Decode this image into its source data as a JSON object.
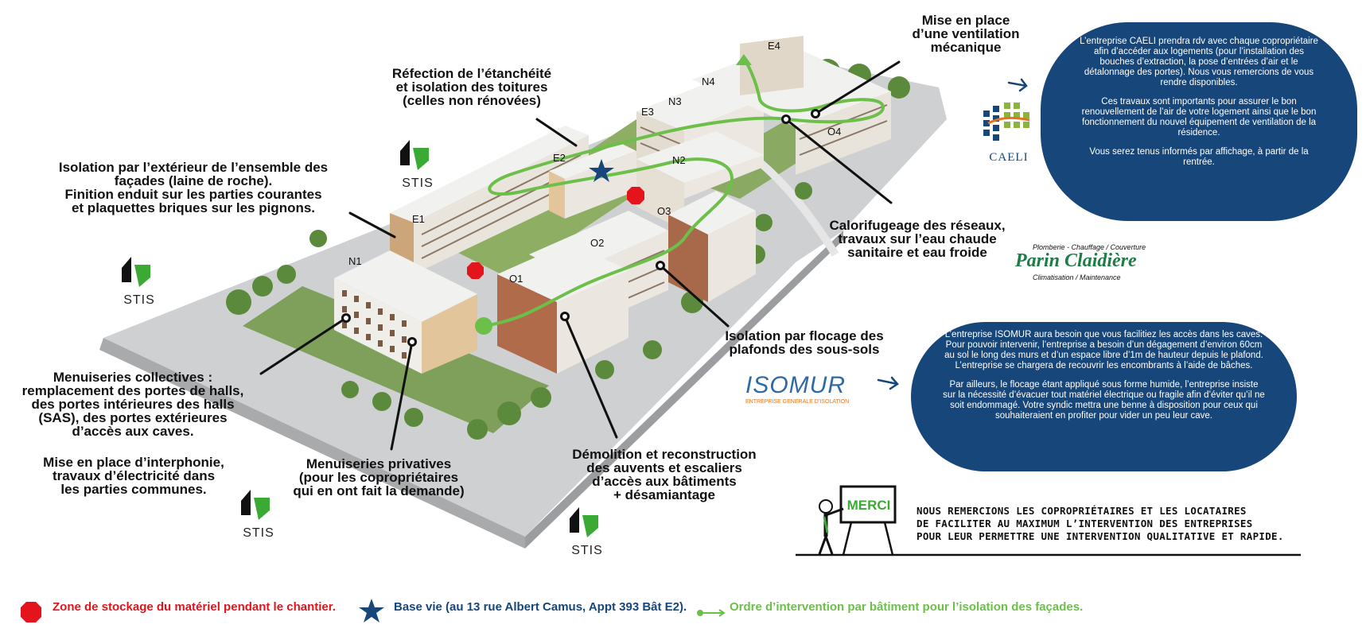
{
  "annotations": {
    "ventilation": "Mise en place\nd’une ventilation\nmécanique",
    "toiture": "Réfection de l’étanchéité\net isolation des toitures\n(celles non rénovées)",
    "facades": "Isolation par l’extérieur de l’ensemble des\nfaçades (laine de roche).\nFinition enduit sur les parties courantes\net plaquettes briques sur les pignons.",
    "calorifugeage": "Calorifugeage des réseaux,\ntravaux sur l’eau chaude\nsanitaire et eau froide",
    "flocage": "Isolation par flocage des\nplafonds des sous-sols",
    "menuiseries_collectives": "Menuiseries collectives :\nremplacement des portes de halls,\ndes portes intérieures des halls\n(SAS), des portes extérieures\nd’accès aux caves.",
    "interphonie": "Mise en place d’interphonie,\ntravaux d’électricité dans\nles parties communes.",
    "menuiseries_privatives": "Menuiseries privatives\n(pour les copropriétaires\nqui en ont fait la demande)",
    "demolition": "Démolition et reconstruction\ndes auvents et escaliers\nd’accès aux bâtiments\n+ désamiantage"
  },
  "buildings": [
    "N1",
    "E1",
    "E2",
    "E3",
    "E4",
    "N2",
    "N3",
    "N4",
    "O1",
    "O2",
    "O3",
    "O4"
  ],
  "bubbles": {
    "caeli": [
      "L’entreprise CAELI prendra rdv avec chaque copropriétaire afin d’accéder aux logements (pour l’installation des bouches d’extraction, la pose d’entrées d’air et le détalonnage des portes). Nous vous remercions de vous rendre disponibles.",
      "Ces travaux sont importants pour assurer le bon renouvellement de l’air de votre logement ainsi que le bon fonctionnement du nouvel équipement de ventilation de la résidence.",
      "Vous serez tenus informés par affichage, à partir de la rentrée."
    ],
    "isomur": [
      "L’entreprise ISOMUR aura besoin que vous facilitiez les accès dans les caves. Pour pouvoir intervenir, l’entreprise a besoin d’un dégagement d’environ 60cm au sol le long des murs et d’un espace libre d’1m de hauteur depuis le plafond. L’entreprise se chargera de recouvrir les encombrants à l’aide de bâches.",
      "Par ailleurs, le flocage étant appliqué sous forme humide, l’entreprise insiste sur la nécessité d’évacuer tout matériel électrique ou fragile afin d’éviter qu’il ne soit endommagé. Votre syndic mettra une benne à disposition pour ceux qui souhaiteraient en profiter pour vider un peu leur cave."
    ]
  },
  "logos": {
    "stis": "STIS",
    "caeli": "CAELI",
    "parin_top": "Plomberie - Chauffage / Couverture",
    "parin_name": "Parin Claidière",
    "parin_bottom": "Climatisation / Maintenance",
    "isomur_name": "ISOMUR",
    "isomur_sub": "ENTREPRISE GENERALE D’ISOLATION"
  },
  "merci": {
    "board": "MERCI",
    "text": "NOUS REMERCIONS LES COPROPRIÉTAIRES ET LES LOCATAIRES\nDE FACILITER AU MAXIMUM L’INTERVENTION DES ENTREPRISES\nPOUR LEUR PERMETTRE UNE INTERVENTION QUALITATIVE ET RAPIDE."
  },
  "legend": {
    "stockage": "Zone de stockage du matériel pendant le chantier.",
    "base_vie": "Base vie (au 13 rue Albert Camus, Appt 393 Bât E2).",
    "ordre": "Ordre d’intervention par bâtiment pour l’isolation des façades."
  },
  "colors": {
    "stockage": "#e3141b",
    "base_vie": "#17467a",
    "ordre": "#6cc04a",
    "bubble": "#17467a"
  },
  "icons": {
    "stockage": "red-octagon-icon",
    "base_vie": "blue-star-icon",
    "ordre": "green-arrow-icon"
  }
}
